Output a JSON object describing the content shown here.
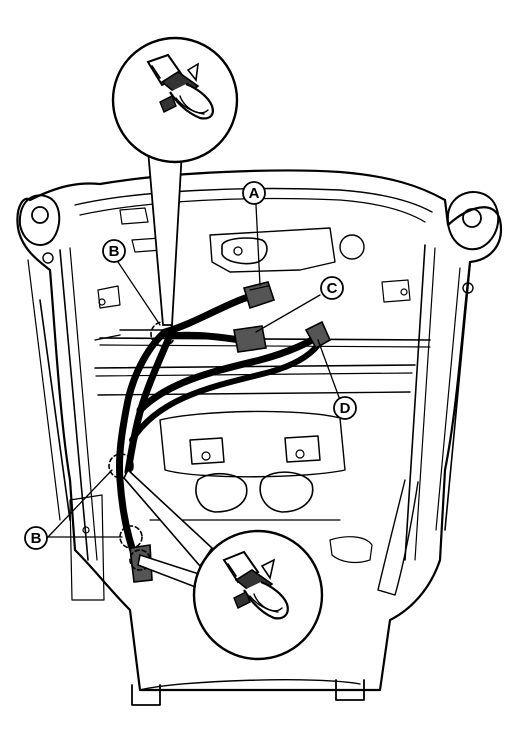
{
  "callouts": {
    "a": "A",
    "b_top": "B",
    "b_left": "B",
    "c": "C",
    "d": "D"
  },
  "colors": {
    "ink": "#000000",
    "paper": "#ffffff",
    "harness_shade": "#555555"
  }
}
